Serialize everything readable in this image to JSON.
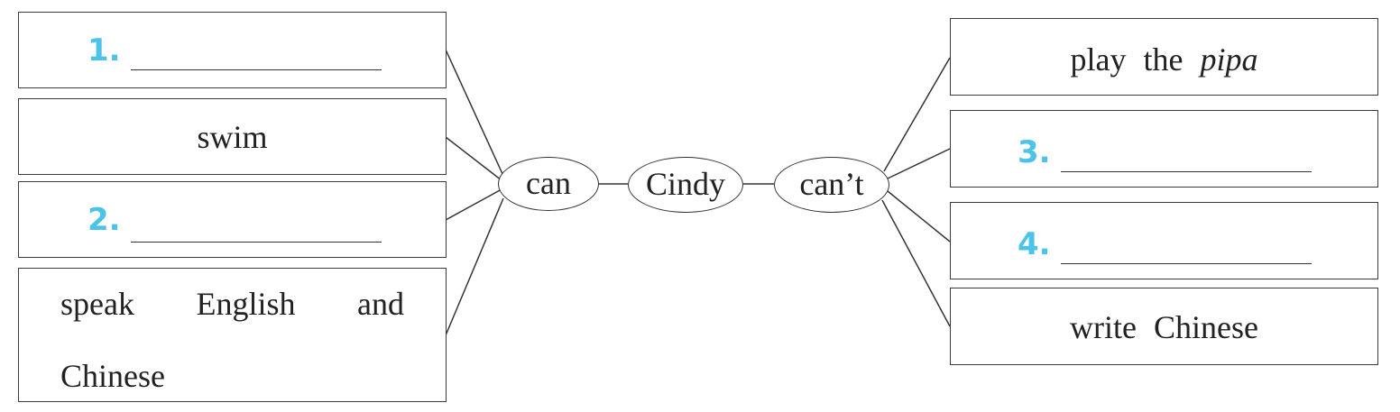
{
  "center": {
    "label": "Cindy"
  },
  "left_hub": {
    "label": "can"
  },
  "right_hub": {
    "label": "can’t"
  },
  "left_items": [
    {
      "number": "1.",
      "text": ""
    },
    {
      "number": "",
      "text": "swim"
    },
    {
      "number": "2.",
      "text": ""
    },
    {
      "number": "",
      "text": "speak English and Chinese"
    }
  ],
  "right_items": [
    {
      "number": "",
      "text_plain": "play the",
      "text_italic": "pipa"
    },
    {
      "number": "3.",
      "text": ""
    },
    {
      "number": "4.",
      "text": ""
    },
    {
      "number": "",
      "text": "write Chinese"
    }
  ],
  "colors": {
    "number": "#4cc3e8",
    "border": "#3a3a3a",
    "text": "#222222"
  }
}
